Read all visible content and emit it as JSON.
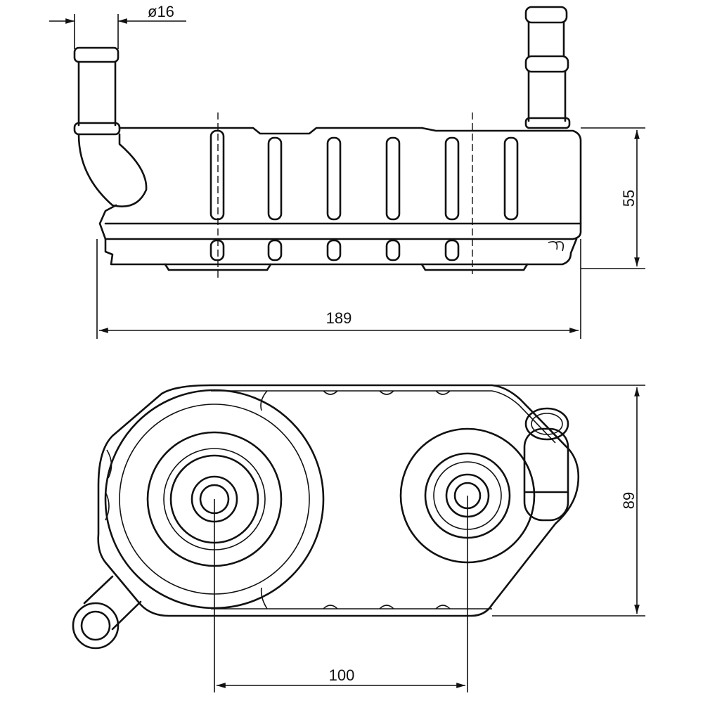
{
  "drawing": {
    "title": "Oil cooler dimension drawing",
    "dimensions": {
      "pipe_diameter": "ø16",
      "height": "55",
      "length": "189",
      "width": "89",
      "port_spacing": "100"
    },
    "line_color": "#111111",
    "background_color": "#ffffff"
  }
}
